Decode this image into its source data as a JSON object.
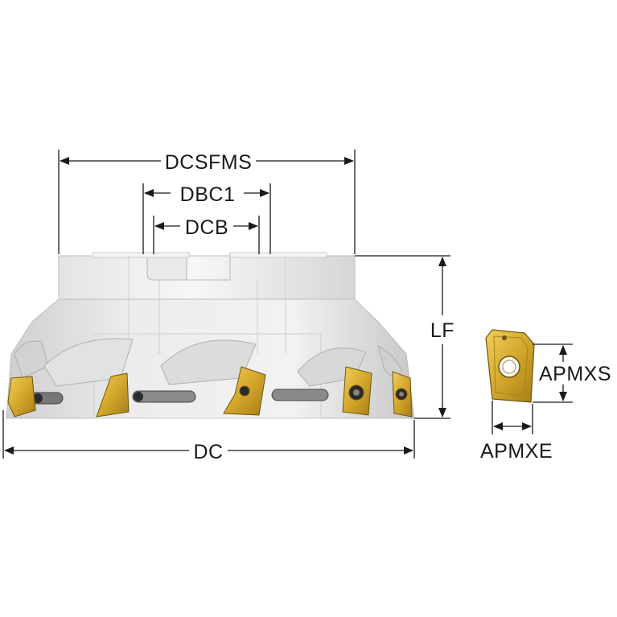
{
  "labels": {
    "dcsfms": "DCSFMS",
    "dbc1": "DBC1",
    "dcb": "DCB",
    "lf": "LF",
    "dc": "DC",
    "apmxs": "APMXS",
    "apmxe": "APMXE"
  },
  "colors": {
    "body_light": "#f1f1f1",
    "body_mid": "#d9d9d9",
    "body_shadow": "#bdbdbd",
    "insert_gold": "#d4a72c",
    "insert_dark": "#8a6a12",
    "line": "#1a1a1a"
  },
  "icons": {
    "tool": "face-milling-cutter-drawing",
    "insert": "indexable-insert-drawing"
  }
}
